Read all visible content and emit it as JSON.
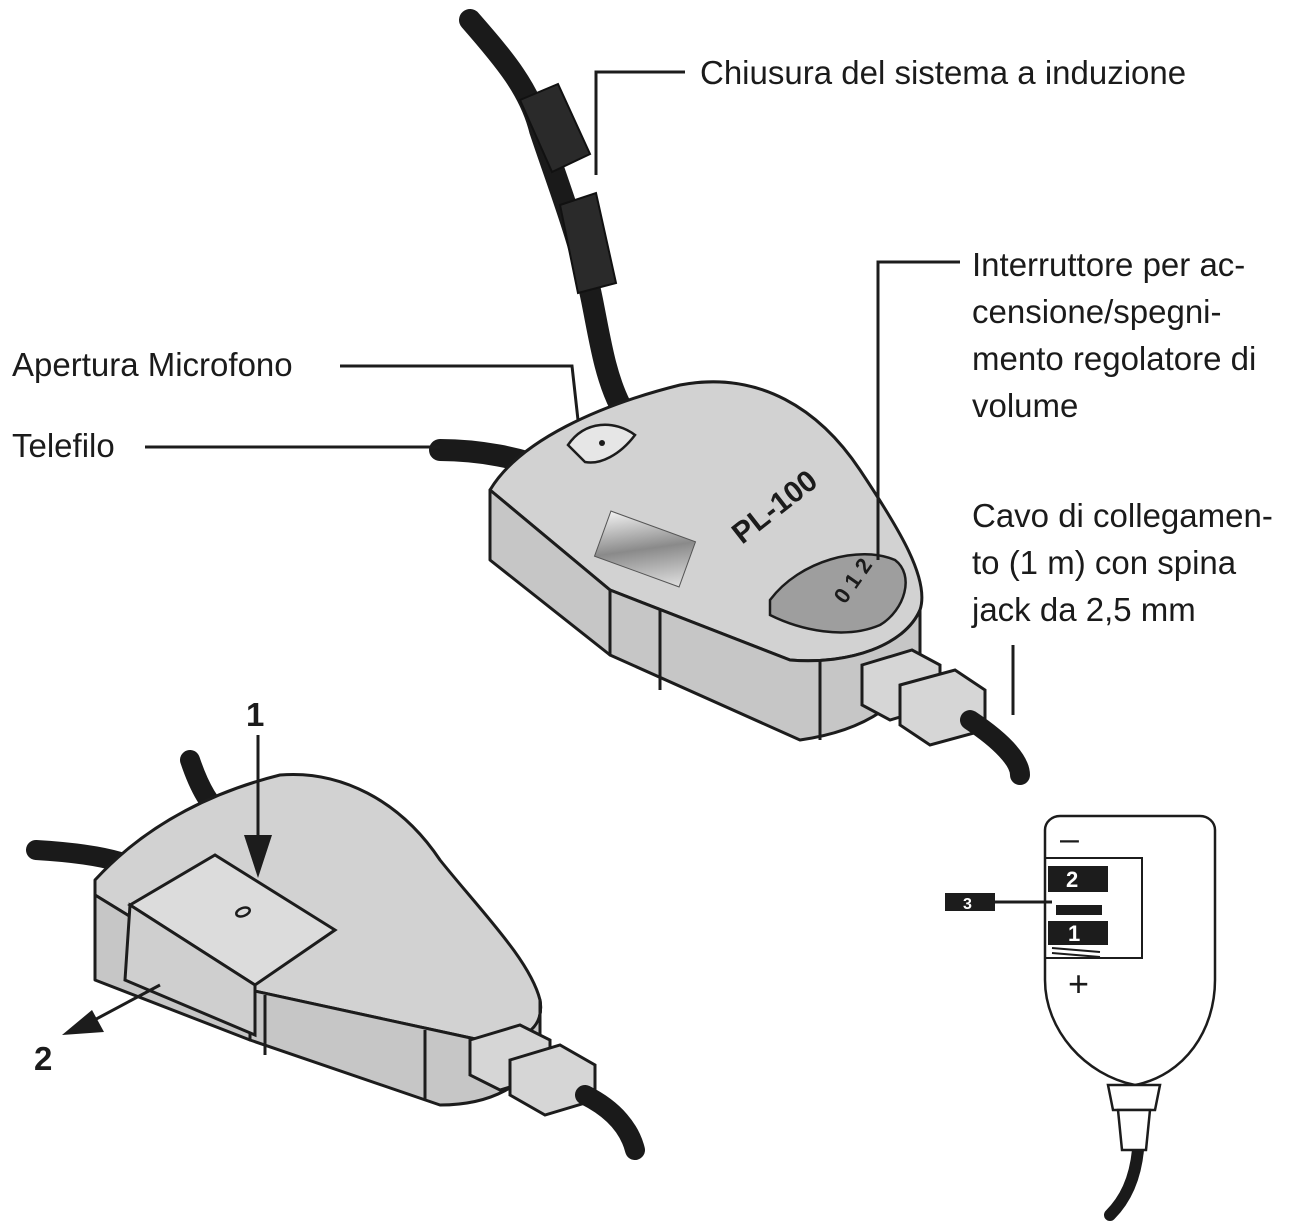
{
  "labels": {
    "closure": "Chiusura del sistema a induzione",
    "switch_lines": [
      "Interruttore per ac-",
      "censione/spegni-",
      "mento regolatore di",
      "volume"
    ],
    "microphone": "Apertura Microfono",
    "telefilo": "Telefilo",
    "cable_lines": [
      "Cavo di collegamen-",
      "to (1 m) con spina",
      "jack da 2,5 mm"
    ]
  },
  "device": {
    "model": "PL-100",
    "switch_positions": "0 1 2"
  },
  "callouts": {
    "arrow_1": "1",
    "arrow_2": "2"
  },
  "remote": {
    "minus": "–",
    "plus": "+",
    "slot_2": "2",
    "slot_1": "1",
    "tag_3": "3"
  }
}
